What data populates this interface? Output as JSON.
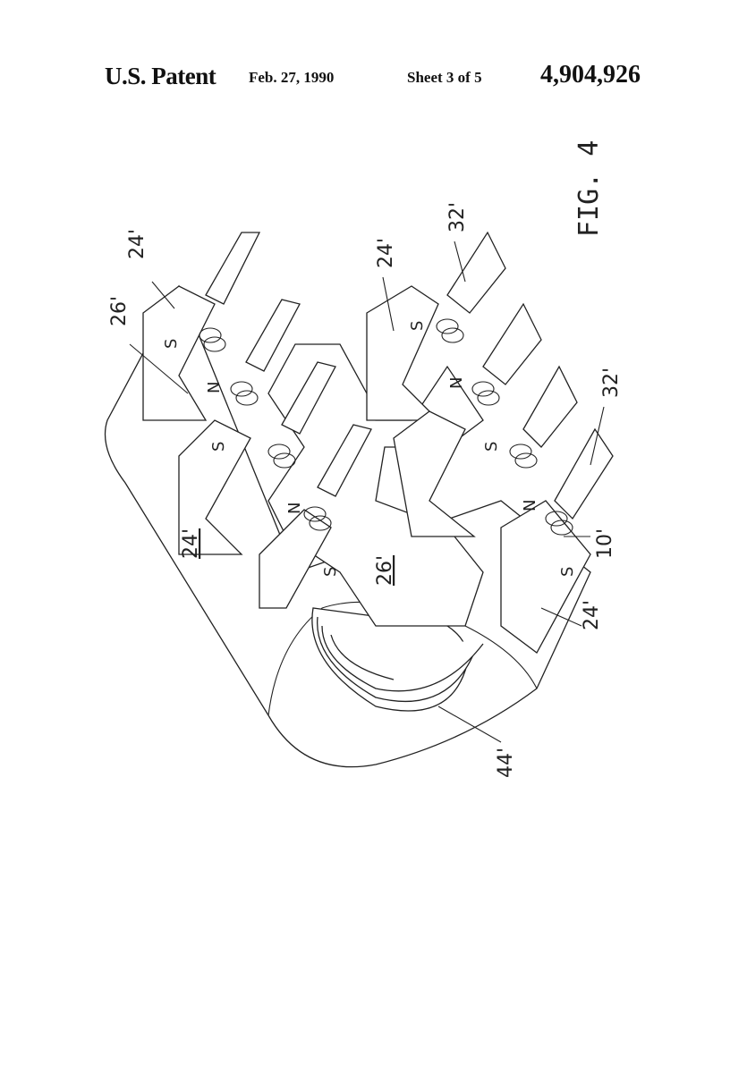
{
  "header": {
    "office": "U.S. Patent",
    "date": "Feb. 27, 1990",
    "sheet": "Sheet 3 of 5",
    "patent_number": "4,904,926"
  },
  "figure": {
    "caption": "FIG. 4",
    "labels": {
      "stator_top_left": "24'",
      "rotor_top": "26'",
      "stator_mid": "24'",
      "plate_top": "32'",
      "plate_right": "32'",
      "stator_body": "24'",
      "rotor_body": "26'",
      "coil": "10'",
      "stator_bottom": "24'",
      "disc_stack": "44'"
    },
    "poles": {
      "s": "S",
      "n": "N"
    }
  }
}
